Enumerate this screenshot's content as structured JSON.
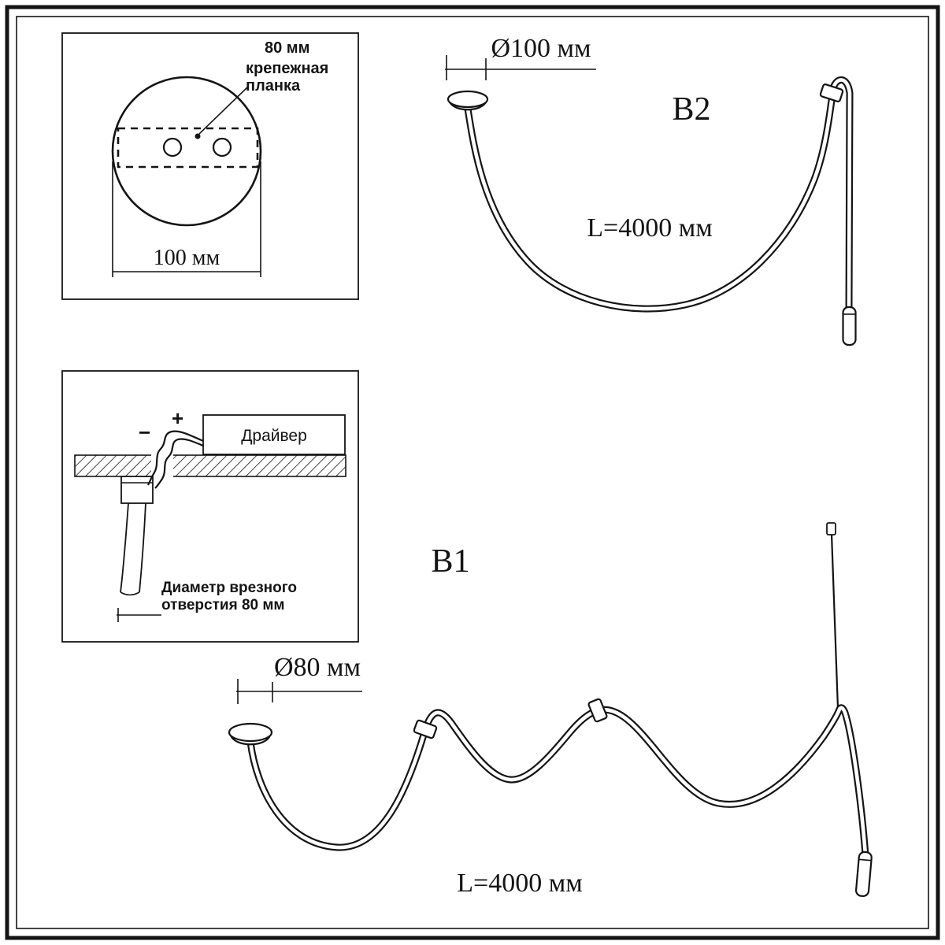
{
  "detail_top": {
    "dim_80": "80 мм",
    "bracket_line1": "крепежная",
    "bracket_line2": "планка",
    "dim_100": "100 мм"
  },
  "b2": {
    "title": "B2",
    "diameter": "Ø100 мм",
    "length": "L=4000 мм"
  },
  "detail_mid": {
    "driver": "Драйвер",
    "minus": "−",
    "plus": "+",
    "hole_line1": "Диаметр врезного",
    "hole_line2": "отверстия 80 мм"
  },
  "b1": {
    "title": "B1",
    "diameter": "Ø80 мм",
    "length": "L=4000 мм"
  },
  "colors": {
    "ink": "#141414",
    "paper": "#ffffff"
  }
}
